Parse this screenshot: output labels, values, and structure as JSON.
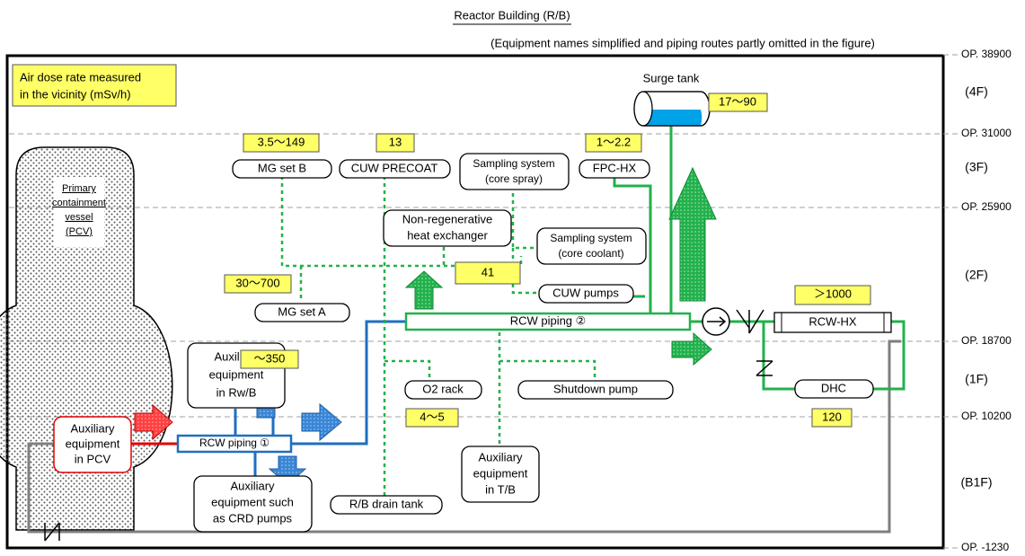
{
  "title": "Reactor Building (R/B)",
  "subtitle": "(Equipment names simplified and piping routes partly omitted in the figure)",
  "legend": {
    "line1": "Air dose rate measured",
    "line2": "in the vicinity (mSv/h)"
  },
  "op_levels": [
    "OP. 38900",
    "OP. 31000",
    "OP. 25900",
    "OP. 18700",
    "OP. 10200",
    "OP. -1230"
  ],
  "floors": [
    "(4F)",
    "(3F)",
    "(2F)",
    "(1F)",
    "(B1F)"
  ],
  "pcv": {
    "line1": "Primary",
    "line2": "containment",
    "line3": "vessel",
    "line4": "(PCV)"
  },
  "equipment": {
    "surge_tank": "Surge tank",
    "mg_set_b": "MG set B",
    "cuw_precoat": "CUW PRECOAT",
    "sampling_core_spray": {
      "line1": "Sampling system",
      "line2": "(core spray)"
    },
    "fpc_hx": "FPC-HX",
    "non_regen_hx": {
      "line1": "Non-regenerative",
      "line2": "heat exchanger"
    },
    "sampling_core_coolant": {
      "line1": "Sampling system",
      "line2": "(core coolant)"
    },
    "cuw_pumps": "CUW pumps",
    "mg_set_a": "MG set A",
    "rcw_piping_2": "RCW piping ②",
    "rcw_hx": "RCW-HX",
    "aux_rwb": {
      "line1": "Auxiliary",
      "line2": "equipment",
      "line3": "in Rw/B"
    },
    "o2_rack": "O2 rack",
    "shutdown_pump": "Shutdown pump",
    "dhc": "DHC",
    "aux_pcv": {
      "line1": "Auxiliary",
      "line2": "equipment",
      "line3": "in PCV"
    },
    "rcw_piping_1": "RCW piping ①",
    "aux_crd": {
      "line1": "Auxiliary",
      "line2": "equipment such",
      "line3": "as CRD pumps"
    },
    "rb_drain_tank": "R/B drain tank",
    "aux_tb": {
      "line1": "Auxiliary",
      "line2": "equipment",
      "line3": "in T/B"
    }
  },
  "dose_rates": {
    "surge_tank": "17～90",
    "mg_set_b": "3.5～149",
    "cuw_precoat": "13",
    "fpc_hx": "1～2.2",
    "mg_set_a": "30～700",
    "rcw_piping_2": "41",
    "rcw_hx": "＞1000",
    "rwb": "～350",
    "o2_rack": "4～5",
    "dhc": "120"
  },
  "colors": {
    "green_line": "#22b14c",
    "blue_line": "#1f6fc1",
    "gray_line": "#7f7f7f",
    "red_line": "#e00000",
    "dose_box": "#ffff66",
    "surge_water": "#00a2e8"
  }
}
